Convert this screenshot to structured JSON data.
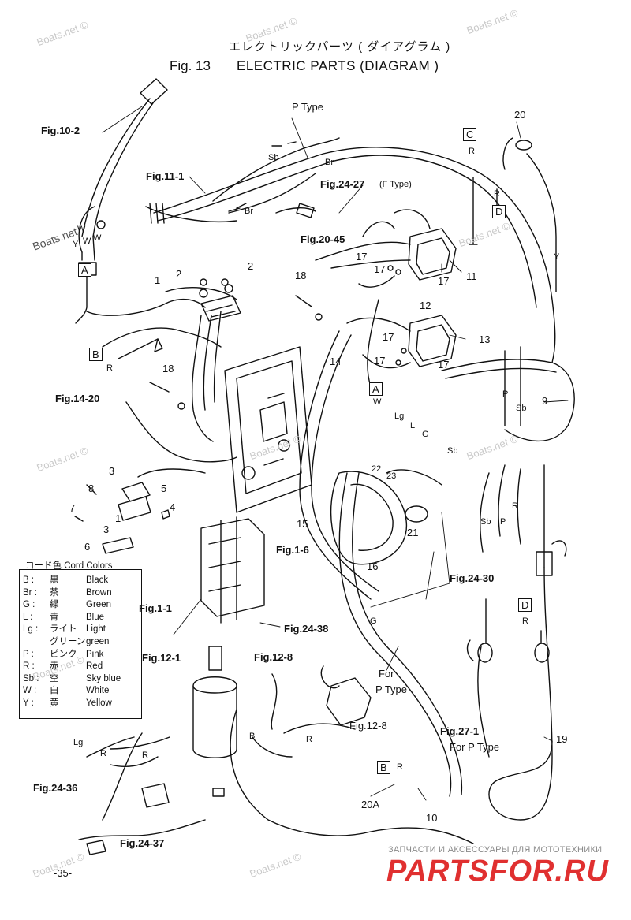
{
  "header": {
    "title_jp": "エレクトリックパーツ ( ダイアグラム )",
    "fig_label": "Fig. 13",
    "title_en": "ELECTRIC PARTS (DIAGRAM )"
  },
  "references": {
    "fig_10_2": "Fig.10-2",
    "fig_11_1": "Fig.11-1",
    "fig_24_27": "Fig.24-27",
    "f_type": "(F Type)",
    "fig_20_45": "Fig.20-45",
    "fig_14_20": "Fig.14-20",
    "fig_1_6": "Fig.1-6",
    "fig_1_1": "Fig.1-1",
    "fig_24_38": "Fig.24-38",
    "fig_12_1": "Fig.12-1",
    "fig_12_8_top": "Fig.12-8",
    "fig_12_8_bottom": "Fig.12-8",
    "fig_24_30": "Fig.24-30",
    "fig_27_1": "Fig.27-1",
    "for_p_type_27": "For P Type",
    "fig_24_36": "Fig.24-36",
    "fig_24_37": "Fig.24-37",
    "p_type": "P Type",
    "for": "For",
    "p_type_small": "P Type"
  },
  "connectors": {
    "a1": "A",
    "b1": "B",
    "c1": "C",
    "d1": "D",
    "a2": "A",
    "d2": "D",
    "b2": "B"
  },
  "part_numbers": {
    "p1": "1",
    "p2a": "2",
    "p2b": "2",
    "p3": "3",
    "p3b": "3",
    "p4": "4",
    "p5": "5",
    "p6": "6",
    "p7": "7",
    "p8": "8",
    "p1b": "1",
    "p9": "9",
    "p10": "10",
    "p11": "11",
    "p12": "12",
    "p13": "13",
    "p14": "14",
    "p15": "15",
    "p16": "16",
    "p17a": "17",
    "p17b": "17",
    "p17c": "17",
    "p17d": "17",
    "p17e": "17",
    "p17f": "17",
    "p18a": "18",
    "p18b": "18",
    "p19": "19",
    "p20": "20",
    "p20a": "20A",
    "p21": "21",
    "p22": "22",
    "p23": "23"
  },
  "wire_labels": {
    "sb1": "Sb",
    "br1": "Br",
    "br2": "Br",
    "w1": "W",
    "w2": "W",
    "y1": "Y",
    "w3": "W",
    "r1": "R",
    "r_c": "R",
    "r_d": "R",
    "y2": "Y",
    "w4": "W",
    "lg1": "Lg",
    "l1": "L",
    "g1": "G",
    "sb2": "Sb",
    "p1": "P",
    "sb3": "Sb",
    "sb4": "Sb",
    "p2": "P",
    "r2": "R",
    "r3": "R",
    "lg2": "Lg",
    "r4": "R",
    "r5": "R",
    "r6": "R",
    "b1": "B",
    "g2": "G",
    "r_b": "R"
  },
  "legend": {
    "title": "コード色 Cord Colors",
    "rows": [
      {
        "code": "B :",
        "jp": "黒",
        "en": "Black"
      },
      {
        "code": "Br :",
        "jp": "茶",
        "en": "Brown"
      },
      {
        "code": "G :",
        "jp": "緑",
        "en": "Green"
      },
      {
        "code": "L :",
        "jp": "青",
        "en": "Blue"
      },
      {
        "code": "Lg :",
        "jp": "ライト",
        "en": "Light"
      },
      {
        "code": "",
        "jp": "グリーン",
        "en": "green"
      },
      {
        "code": "P :",
        "jp": "ピンク",
        "en": "Pink"
      },
      {
        "code": "R :",
        "jp": "赤",
        "en": "Red"
      },
      {
        "code": "Sb :",
        "jp": "空",
        "en": "Sky blue"
      },
      {
        "code": "W :",
        "jp": "白",
        "en": "White"
      },
      {
        "code": "Y :",
        "jp": "黄",
        "en": "Yellow"
      }
    ]
  },
  "watermarks": {
    "wm1": "Boats.net ©",
    "wm2": "Boats.net ©",
    "wm3": "Boats.net ©",
    "wm4": "Boats.net",
    "wm5": "Boats.net ©",
    "wm6": "Boats.net ©",
    "wm7": "Boats.net ©",
    "wm8": "Boats.net ©",
    "wm9": "Boats.net ©",
    "wm10": "Boats.net ©",
    "wm11": "Boats.net ©"
  },
  "footer": {
    "page_number": "-35-",
    "ru_text": "ЗАПЧАСТИ И АКСЕССУАРЫ ДЛЯ МОТОТЕХНИКИ",
    "brand": "PARTSFOR.RU"
  },
  "colors": {
    "ink": "#111111",
    "brand_red": "#e03030",
    "watermark": "#c9c9c9"
  }
}
